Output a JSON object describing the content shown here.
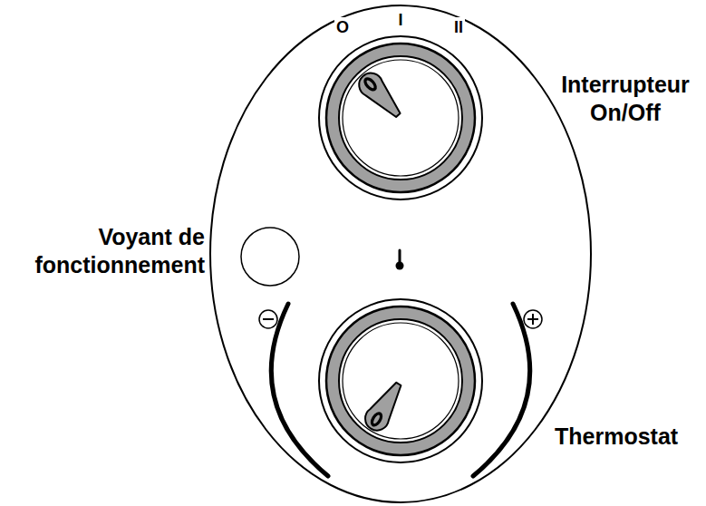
{
  "diagram": {
    "labels": [
      "Interrupteur On/Off",
      "Voyant de fonctionnement",
      "Thermostat",
      "O",
      "I",
      "II"
    ]
  }
}
